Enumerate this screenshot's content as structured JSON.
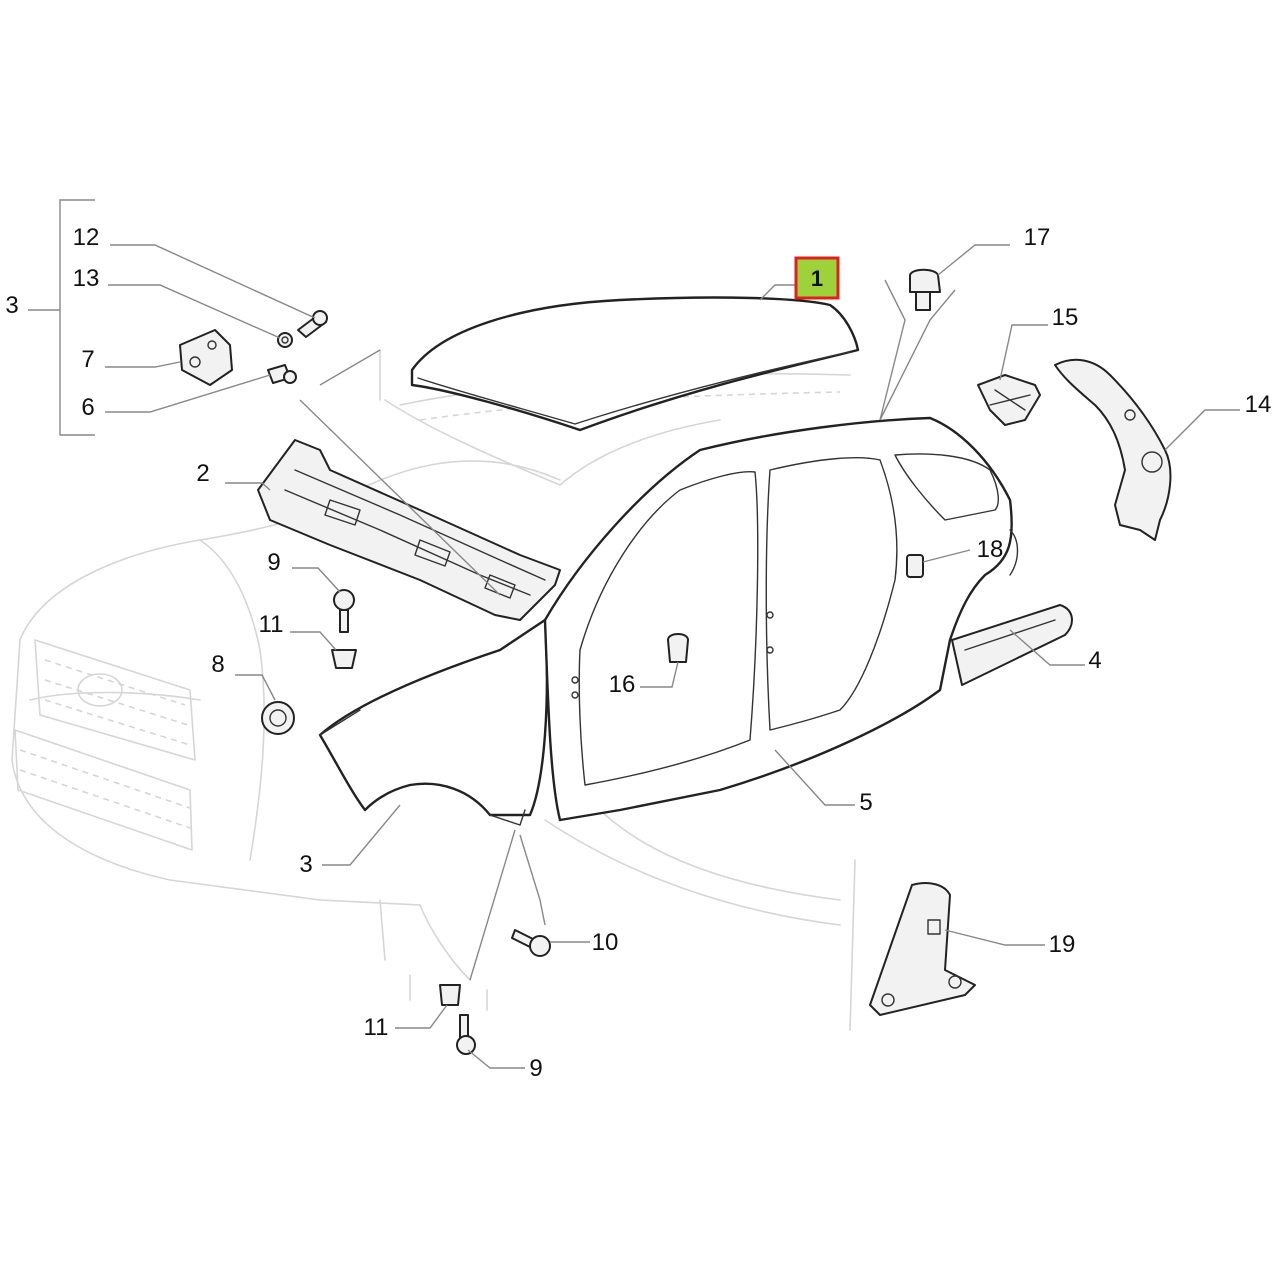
{
  "diagram": {
    "highlighted_callout": "1",
    "highlight_color": "#9ed23a",
    "highlight_border_color": "#e0201e",
    "callouts": {
      "c1": "1",
      "c2": "2",
      "c3_bracket": "3",
      "c3_fender": "3",
      "c4": "4",
      "c5": "5",
      "c6": "6",
      "c7": "7",
      "c8": "8",
      "c9_upper": "9",
      "c9_lower": "9",
      "c10": "10",
      "c11_upper": "11",
      "c11_lower": "11",
      "c12": "12",
      "c13": "13",
      "c14": "14",
      "c15": "15",
      "c16": "16",
      "c17": "17",
      "c18": "18",
      "c19": "19"
    }
  }
}
